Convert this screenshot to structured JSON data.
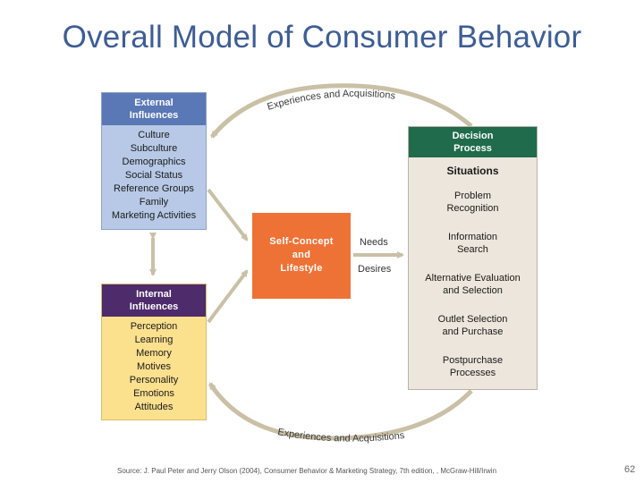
{
  "title": "Overall Model of Consumer Behavior",
  "external": {
    "heading": [
      "External",
      "Influences"
    ],
    "items": [
      "Culture",
      "Subculture",
      "Demographics",
      "Social Status",
      "Reference Groups",
      "Family",
      "Marketing Activities"
    ]
  },
  "internal": {
    "heading": [
      "Internal",
      "Influences"
    ],
    "items": [
      "Perception",
      "Learning",
      "Memory",
      "Motives",
      "Personality",
      "Emotions",
      "Attitudes"
    ]
  },
  "self_concept": [
    "Self-Concept",
    "and",
    "Lifestyle"
  ],
  "needs_label": "Needs",
  "desires_label": "Desires",
  "decision": {
    "heading": [
      "Decision",
      "Process"
    ],
    "situations": "Situations",
    "steps": [
      [
        "Problem",
        "Recognition"
      ],
      [
        "Information",
        "Search"
      ],
      [
        "Alternative Evaluation",
        "and Selection"
      ],
      [
        "Outlet Selection",
        "and Purchase"
      ],
      [
        "Postpurchase",
        "Processes"
      ]
    ]
  },
  "top_arc_label": "Experiences and Acquisitions",
  "bottom_arc_label": "Experiences and Acquisitions",
  "source": "Source: J. Paul Peter and Jerry Olson (2004), Consumer Behavior & Marketing Strategy, 7th edition, , McGraw-Hill/Irwin",
  "page_number": "62",
  "colors": {
    "title": "#3d5d95",
    "external_head": "#5a77b6",
    "external_body": "#b7c9e6",
    "internal_head": "#4e2b6b",
    "internal_body": "#fbe08e",
    "self_concept": "#ee7236",
    "decision_head": "#1f6b4b",
    "decision_body": "#ede6dc",
    "arcs": "#c9c0a6"
  }
}
